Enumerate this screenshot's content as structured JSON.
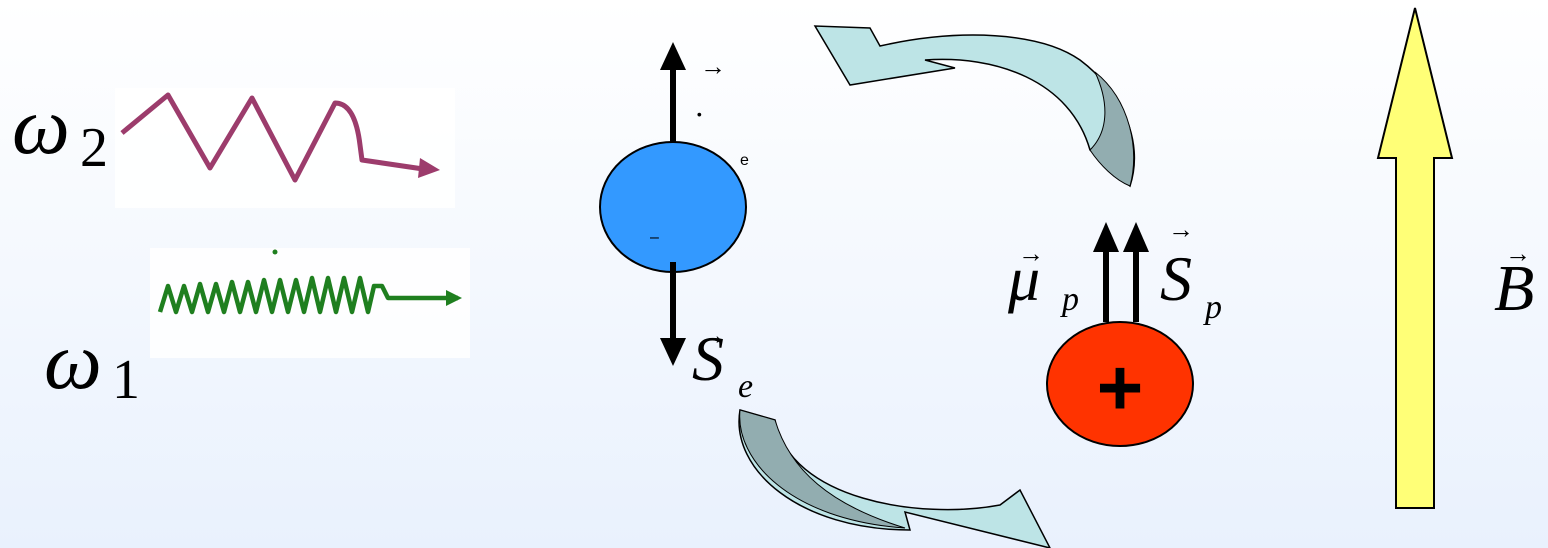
{
  "labels": {
    "omega2": "ω",
    "omega2_sub": "2",
    "omega1": "ω",
    "omega1_sub": "1",
    "electron_spin": "S",
    "electron_spin_sub": "e",
    "electron_sign": "–",
    "electron_top_glyph": "·",
    "electron_top_small": "e",
    "proton_moment": "μ",
    "proton_moment_sub": "p",
    "proton_spin": "S",
    "proton_spin_sub": "p",
    "proton_sign": "+",
    "field": "B",
    "vec_arrow": "→"
  },
  "colors": {
    "wave_omega2": "#9c3c6c",
    "wave_omega1": "#1f7f1f",
    "electron": "#3399ff",
    "proton": "#ff3300",
    "curved_arrows": "#bde4e6",
    "curved_arrows_shade": "#92adb0",
    "field_arrow": "#ffff77"
  }
}
